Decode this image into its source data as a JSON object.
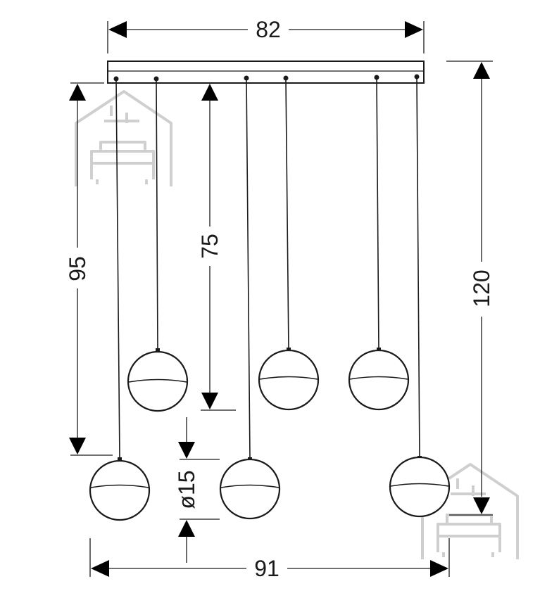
{
  "dimensions": {
    "canopy_width": "82",
    "total_width": "91",
    "total_height": "120",
    "long_drop": "95",
    "short_drop": "75",
    "globe_diameter": "ø15"
  },
  "colors": {
    "line": "#1a1a1a",
    "arrow": "#000000",
    "watermark": "#cfcfcf",
    "background": "#ffffff"
  },
  "icons": {
    "watermark": "house-sofa-logo-icon"
  }
}
